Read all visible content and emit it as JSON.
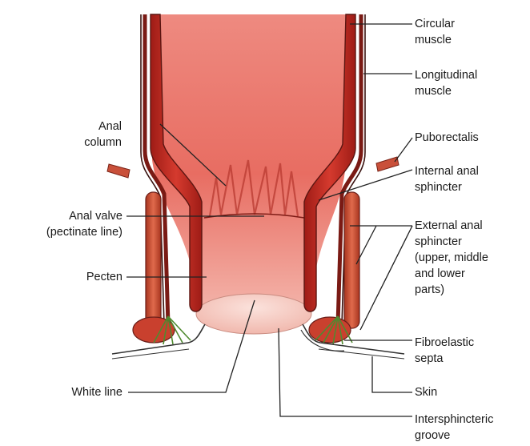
{
  "labels": {
    "circular_muscle": "Circular\nmuscle",
    "longitudinal_muscle": "Longitudinal\nmuscle",
    "anal_column": "Anal\ncolumn",
    "puborectalis": "Puborectalis",
    "internal_anal_sphincter": "Internal anal\nsphincter",
    "anal_valve": "Anal valve\n(pectinate line)",
    "external_anal_sphincter": "External anal\nsphincter\n(upper, middle\nand lower\nparts)",
    "pecten": "Pecten",
    "fibroelastic_septa": "Fibroelastic\nsepta",
    "white_line": "White line",
    "skin": "Skin",
    "intersphincteric_groove": "Intersphincteric\ngroove"
  },
  "colors": {
    "lumen_top": "#e8756c",
    "lumen_bottom": "#f1a59b",
    "muscle_dark": "#b3261e",
    "muscle_mid": "#d9473a",
    "external_sphincter": "#c94a34",
    "outline": "#6b1f1a",
    "septa": "#5c8a3a",
    "leader": "#222222"
  }
}
